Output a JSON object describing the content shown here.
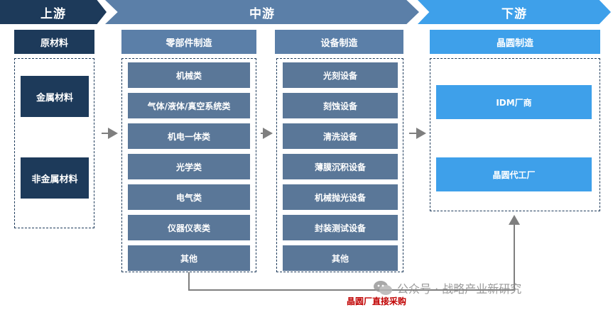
{
  "stages": {
    "upstream": "上游",
    "midstream": "中游",
    "downstream": "下游"
  },
  "upstream": {
    "header": "原材料",
    "items": [
      "金属材料",
      "非金属材料"
    ]
  },
  "parts": {
    "header": "零部件制造",
    "items": [
      "机械类",
      "气体/液体/真空系统类",
      "机电一体类",
      "光学类",
      "电气类",
      "仪器仪表类",
      "其他"
    ]
  },
  "equipment": {
    "header": "设备制造",
    "items": [
      "光刻设备",
      "刻蚀设备",
      "清洗设备",
      "薄膜沉积设备",
      "机械抛光设备",
      "封装测试设备",
      "其他"
    ]
  },
  "downstream": {
    "header": "晶圆制造",
    "items": [
      "IDM厂商",
      "晶圆代工厂"
    ]
  },
  "feedback_label": "晶圆厂直接采购",
  "watermark": "公众号 · 战略产业新研究",
  "colors": {
    "upstream": "#1d3a5a",
    "midstream": "#5b7fa8",
    "downstream": "#3ea0ea",
    "feedback_label": "#c00000"
  }
}
